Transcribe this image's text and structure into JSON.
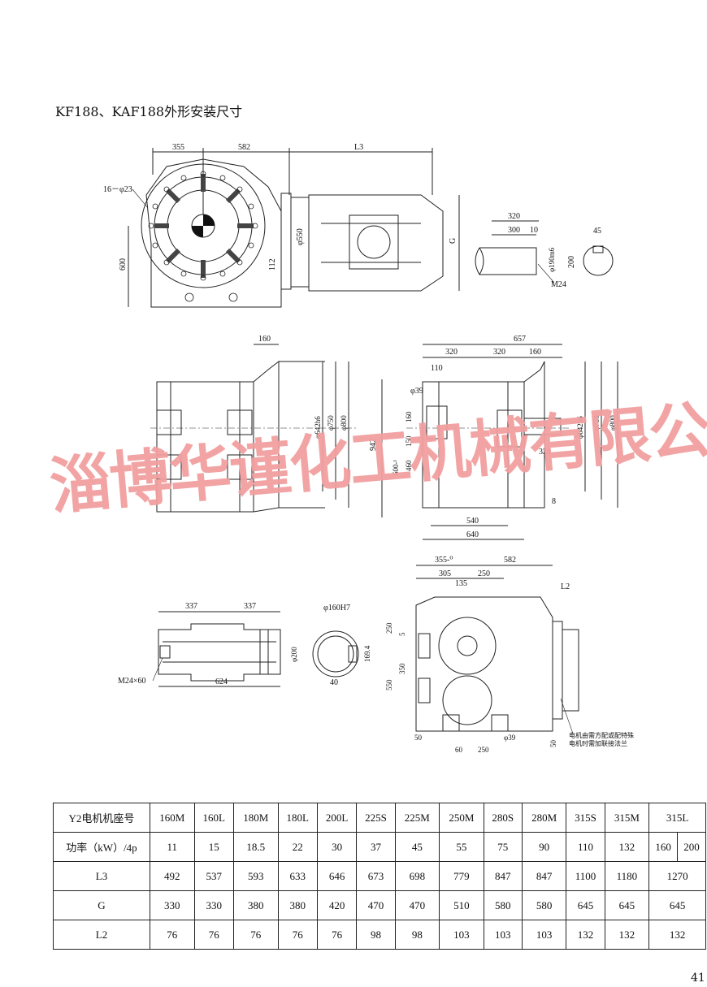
{
  "page": {
    "title": "KF188、KAF188外形安装尺寸",
    "watermark": "淄博华谨化工机械有限公司",
    "page_number": "41"
  },
  "drawing1": {
    "d355": "355",
    "d582": "582",
    "dL3": "L3",
    "holes": "16－φ23",
    "d600": "600",
    "d112": "112",
    "d550": "φ550",
    "dG": "G"
  },
  "shaft": {
    "d320": "320",
    "d300": "300",
    "d10": "10",
    "d45": "45",
    "d190": "φ190m6",
    "d200": "200",
    "m24": "M24"
  },
  "drawing2": {
    "d160": "160",
    "d642": "φ642h6",
    "d750": "φ750",
    "d800": "φ800"
  },
  "drawing3": {
    "d657": "657",
    "d320a": "320",
    "d320b": "320",
    "d160": "160",
    "d110": "110",
    "d39": "φ39",
    "d942": "942",
    "d600t": "600-¹",
    "d160v": "160",
    "d150": "150",
    "d460": "460",
    "d642": "φ642h6",
    "d750": "φ750",
    "d800": "φ800",
    "d320r": "320",
    "d8": "8",
    "d540": "540",
    "d640": "640"
  },
  "drawing4": {
    "d337a": "337",
    "d337b": "337",
    "d160h": "φ160H7",
    "m24": "M24×60",
    "d624": "624",
    "d200": "φ200",
    "d169": "169.4",
    "d40": "40"
  },
  "drawing5": {
    "d355": "355-⁰",
    "d582": "582",
    "d305": "305",
    "d250": "250",
    "d135": "135",
    "dL2": "L2",
    "d250v": "250",
    "d5": "5",
    "d350": "350",
    "d550": "550",
    "d50a": "50",
    "d39": "φ39",
    "d60": "60",
    "d250b": "250",
    "d50b": "50",
    "note1": "电机由需方配或配特殊",
    "note2": "电机时需加联接法兰"
  },
  "table": {
    "headers": [
      "Y2电机机座号",
      "功率（kW）/4p",
      "L3",
      "G",
      "L2"
    ],
    "frames": [
      "160M",
      "160L",
      "180M",
      "180L",
      "200L",
      "225S",
      "225M",
      "250M",
      "280S",
      "280M",
      "315S",
      "315M",
      "315L"
    ],
    "power": [
      "11",
      "15",
      "18.5",
      "22",
      "30",
      "37",
      "45",
      "55",
      "75",
      "90",
      "110",
      "132",
      "160",
      "200"
    ],
    "L3": [
      "492",
      "537",
      "593",
      "633",
      "646",
      "673",
      "698",
      "779",
      "847",
      "847",
      "1100",
      "1180",
      "1270"
    ],
    "G": [
      "330",
      "330",
      "380",
      "380",
      "420",
      "470",
      "470",
      "510",
      "580",
      "580",
      "645",
      "645",
      "645"
    ],
    "L2": [
      "76",
      "76",
      "76",
      "76",
      "76",
      "98",
      "98",
      "103",
      "103",
      "103",
      "132",
      "132",
      "132"
    ]
  }
}
